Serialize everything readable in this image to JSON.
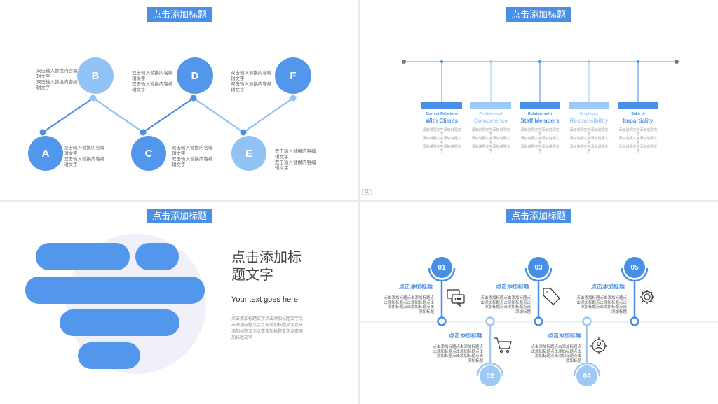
{
  "slide1": {
    "title": "点击添加标题",
    "nodes": [
      {
        "letter": "A",
        "text": "双击输入替换内容编\n辑文字\n双击输入替换内容编\n辑文字"
      },
      {
        "letter": "B",
        "text": "双击输入替换内容编\n辑文字\n双击输入替换内容编\n辑文字"
      },
      {
        "letter": "C",
        "text": "双击输入替换内容编\n辑文字\n双击输入替换内容编\n辑文字"
      },
      {
        "letter": "D",
        "text": "双击输入替换内容编\n辑文字\n双击输入替换内容编\n辑文字"
      },
      {
        "letter": "E",
        "text": "双击输入替换内容编\n辑文字\n双击输入替换内容编\n辑文字"
      },
      {
        "letter": "F",
        "text": "双击输入替换内容编\n辑文字\n双击输入替换内容编\n辑文字"
      }
    ]
  },
  "slide2": {
    "title": "点击添加标题",
    "page_number": "11",
    "items": [
      {
        "small": "Correct Relations",
        "big": "With Clients",
        "desc": "添加说明文字添加说明文字\n添加说明文字添加说明文字\n添加说明文字添加说明文字"
      },
      {
        "small": "Professional",
        "big": "Competence",
        "desc": "添加说明文字添加说明文字\n添加说明文字添加说明文字\n添加说明文字添加说明文字"
      },
      {
        "small": "Relation with",
        "big": "Staff Members",
        "desc": "添加说明文字添加说明文字\n添加说明文字添加说明文字\n添加说明文字添加说明文字"
      },
      {
        "small": "Employee",
        "big": "Responsibility",
        "desc": "添加说明文字添加说明文字\n添加说明文字添加说明文字\n添加说明文字添加说明文字"
      },
      {
        "small": "Sake of",
        "big": "Impartiality",
        "desc": "添加说明文字添加说明文字\n添加说明文字添加说明文字\n添加说明文字添加说明文字"
      }
    ],
    "colors": {
      "dark": "#4a8fe6",
      "light": "#9ec8f5"
    }
  },
  "slide3": {
    "title": "点击添加标题",
    "heading": "点击添加标\n题文字",
    "subheading": "Your text goes here",
    "body": "点击添加标题文字点击添加标题文字点\n击添加标题文字点击添加标题文字点击\n添加标题文字点击添加标题文字点击添\n加标题文字"
  },
  "slide4": {
    "title": "点击添加标题",
    "steps": [
      {
        "num": "01",
        "label": "点击添加标题",
        "desc": "点击添加标题点击添加标题点\n击添加标题点击添加标题点击\n添加标题点击添加标题点击\n添加标题",
        "icon": "chat-icon"
      },
      {
        "num": "02",
        "label": "点击添加标题",
        "desc": "点击添加标题点击添加标题点\n击添加标题点击添加标题点击\n添加标题点击添加标题点击\n添加标题",
        "icon": "cart-icon"
      },
      {
        "num": "03",
        "label": "点击添加标题",
        "desc": "点击添加标题点击添加标题点\n击添加标题点击添加标题点击\n添加标题点击添加标题点击\n添加标题",
        "icon": "tag-icon"
      },
      {
        "num": "04",
        "label": "点击添加标题",
        "desc": "点击添加标题点击添加标题点\n击添加标题点击添加标题点击\n添加标题点击添加标题点击\n添加标题",
        "icon": "target-user-icon"
      },
      {
        "num": "05",
        "label": "点击添加标题",
        "desc": "点击添加标题点击添加标题点\n击添加标题点击添加标题点击\n添加标题点击添加标题点击\n添加标题",
        "icon": "gear-icon"
      }
    ]
  }
}
